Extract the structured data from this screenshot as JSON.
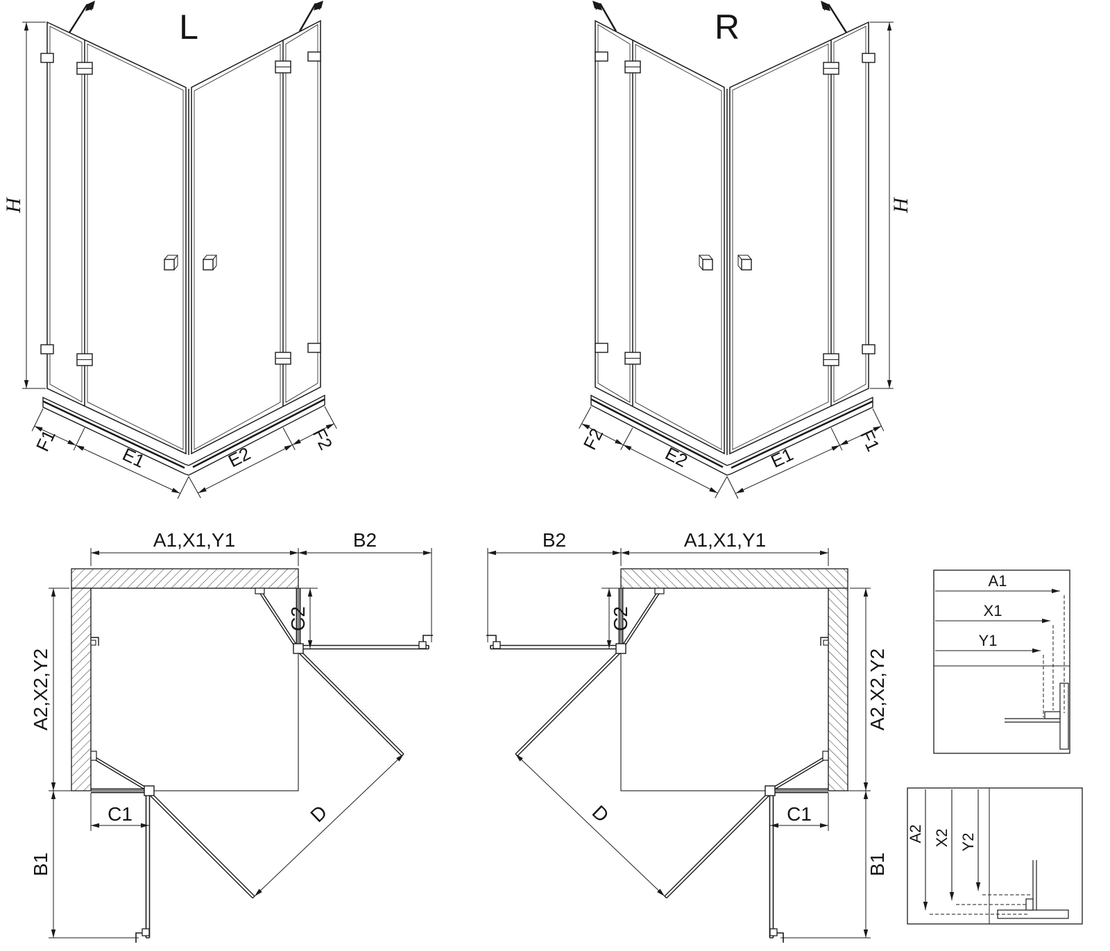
{
  "figure": {
    "background": "#ffffff",
    "line_color": "#1a1a1a"
  },
  "iso_left": {
    "title": "L",
    "height_label": "H",
    "left_panel_label": "F1",
    "left_door_label": "E1",
    "right_door_label": "E2",
    "right_panel_label": "F2"
  },
  "iso_right": {
    "title": "R",
    "height_label": "H",
    "left_panel_label": "F2",
    "left_door_label": "E2",
    "right_door_label": "E1",
    "right_panel_label": "F1"
  },
  "plan_left": {
    "width_label": "A1,X1,Y1",
    "door_b2_label": "B2",
    "fixed_c2_label": "C2",
    "depth_label": "A2,X2,Y2",
    "door_b1_label": "B1",
    "fixed_c1_label": "C1",
    "diagonal_label": "D"
  },
  "plan_right": {
    "width_label": "A1,X1,Y1",
    "door_b2_label": "B2",
    "fixed_c2_label": "C2",
    "depth_label": "A2,X2,Y2",
    "door_b1_label": "B1",
    "fixed_c1_label": "C1",
    "diagonal_label": "D"
  },
  "detail_width": {
    "row1": "A1",
    "row2": "X1",
    "row3": "Y1"
  },
  "detail_depth": {
    "row1": "A2",
    "row2": "X2",
    "row3": "Y2"
  }
}
